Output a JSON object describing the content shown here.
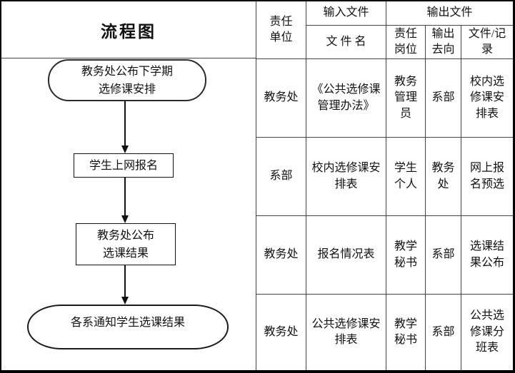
{
  "header": {
    "flowchart_title": "流程图",
    "responsible_unit": "责任\n单位",
    "input_files": "输入文件",
    "file_name": "文 件 名",
    "output_files": "输出文件",
    "responsible_post": "责任\n岗位",
    "output_destination": "输出\n去向",
    "file_record": "文件/记\n录"
  },
  "flowchart": {
    "steps": [
      {
        "shape": "stadium",
        "label": "教务处公布下学期\n选修课安排"
      },
      {
        "shape": "rect",
        "label": "学生上网报名"
      },
      {
        "shape": "rect",
        "label": "教务处公布\n选课结果"
      },
      {
        "shape": "oval",
        "label": "各系通知学生选课结果"
      }
    ]
  },
  "rows": [
    {
      "unit": "教务处",
      "input_file": "《公共选修课\n管理办法》",
      "post": "教务\n管理\n员",
      "destination": "系部",
      "record": "校内选\n修课安\n排表"
    },
    {
      "unit": "系部",
      "input_file": "校内选修课安\n排表",
      "post": "学生\n个人",
      "destination": "教务\n处",
      "record": "网上报\n名预选"
    },
    {
      "unit": "教务处",
      "input_file": "报名情况表",
      "post": "教学\n秘书",
      "destination": "系部",
      "record": "选课结\n果公布"
    },
    {
      "unit": "教务处",
      "input_file": "公共选修课安\n排表",
      "post": "教学\n秘书",
      "destination": "系部",
      "record": "公共选\n修课分\n班表"
    }
  ]
}
